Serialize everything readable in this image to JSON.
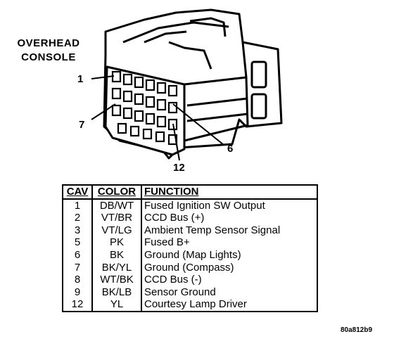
{
  "diagram": {
    "title_line1": "OVERHEAD",
    "title_line2": "CONSOLE",
    "callouts": [
      "1",
      "7",
      "6",
      "12"
    ]
  },
  "table": {
    "headers": [
      "CAV",
      "COLOR",
      "FUNCTION"
    ],
    "rows": [
      {
        "cav": "1",
        "color": "DB/WT",
        "function": "Fused Ignition SW Output"
      },
      {
        "cav": "2",
        "color": "VT/BR",
        "function": "CCD Bus (+)"
      },
      {
        "cav": "3",
        "color": "VT/LG",
        "function": "Ambient Temp Sensor Signal"
      },
      {
        "cav": "5",
        "color": "PK",
        "function": "Fused B+"
      },
      {
        "cav": "6",
        "color": "BK",
        "function": "Ground (Map Lights)"
      },
      {
        "cav": "7",
        "color": "BK/YL",
        "function": "Ground (Compass)"
      },
      {
        "cav": "8",
        "color": "WT/BK",
        "function": "CCD Bus (-)"
      },
      {
        "cav": "9",
        "color": "BK/LB",
        "function": "Sensor Ground"
      },
      {
        "cav": "12",
        "color": "YL",
        "function": "Courtesy Lamp Driver"
      }
    ]
  },
  "figure_id": "80a812b9"
}
